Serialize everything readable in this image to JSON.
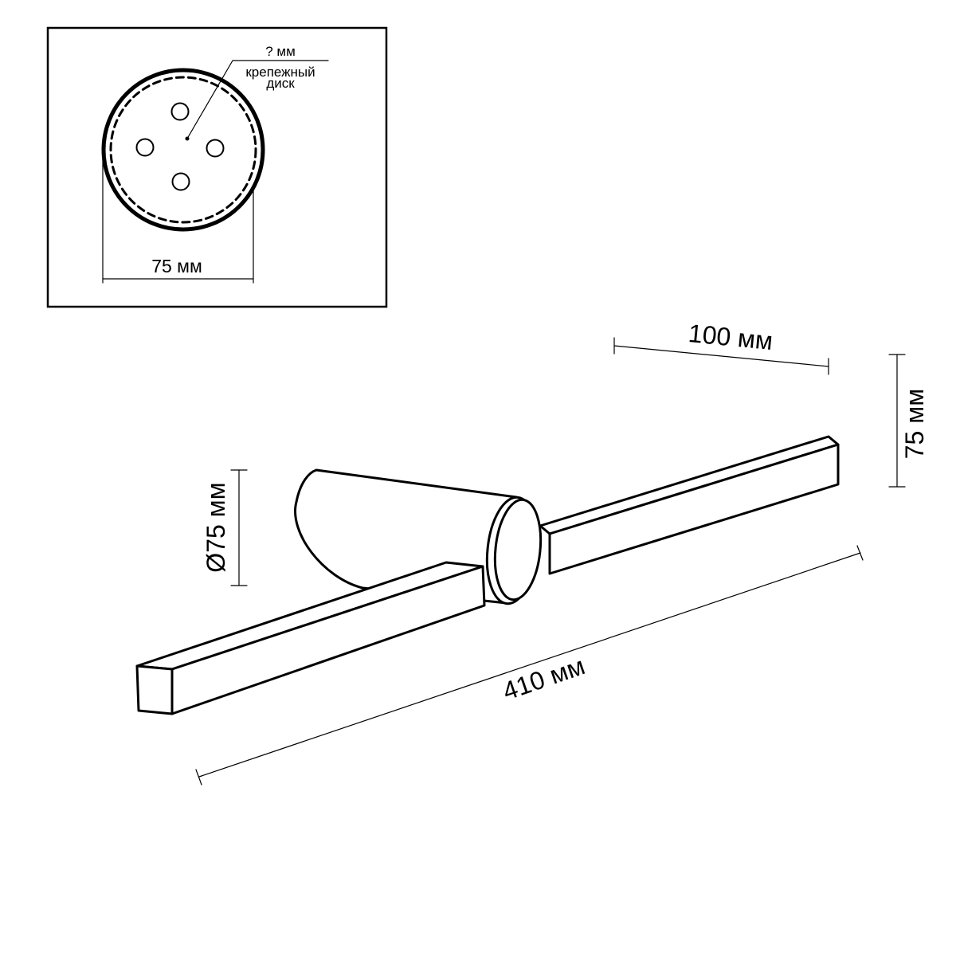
{
  "inset": {
    "width_label": "75 мм",
    "depth_label": "? мм",
    "disc_label_line1": "крепежный",
    "disc_label_line2": "диск"
  },
  "fixture": {
    "arm_length_label": "100 мм",
    "height_label": "75 мм",
    "diameter_label": "Ø75 мм",
    "total_length_label": "410 мм"
  },
  "colors": {
    "line": "#000000",
    "background": "#ffffff"
  }
}
